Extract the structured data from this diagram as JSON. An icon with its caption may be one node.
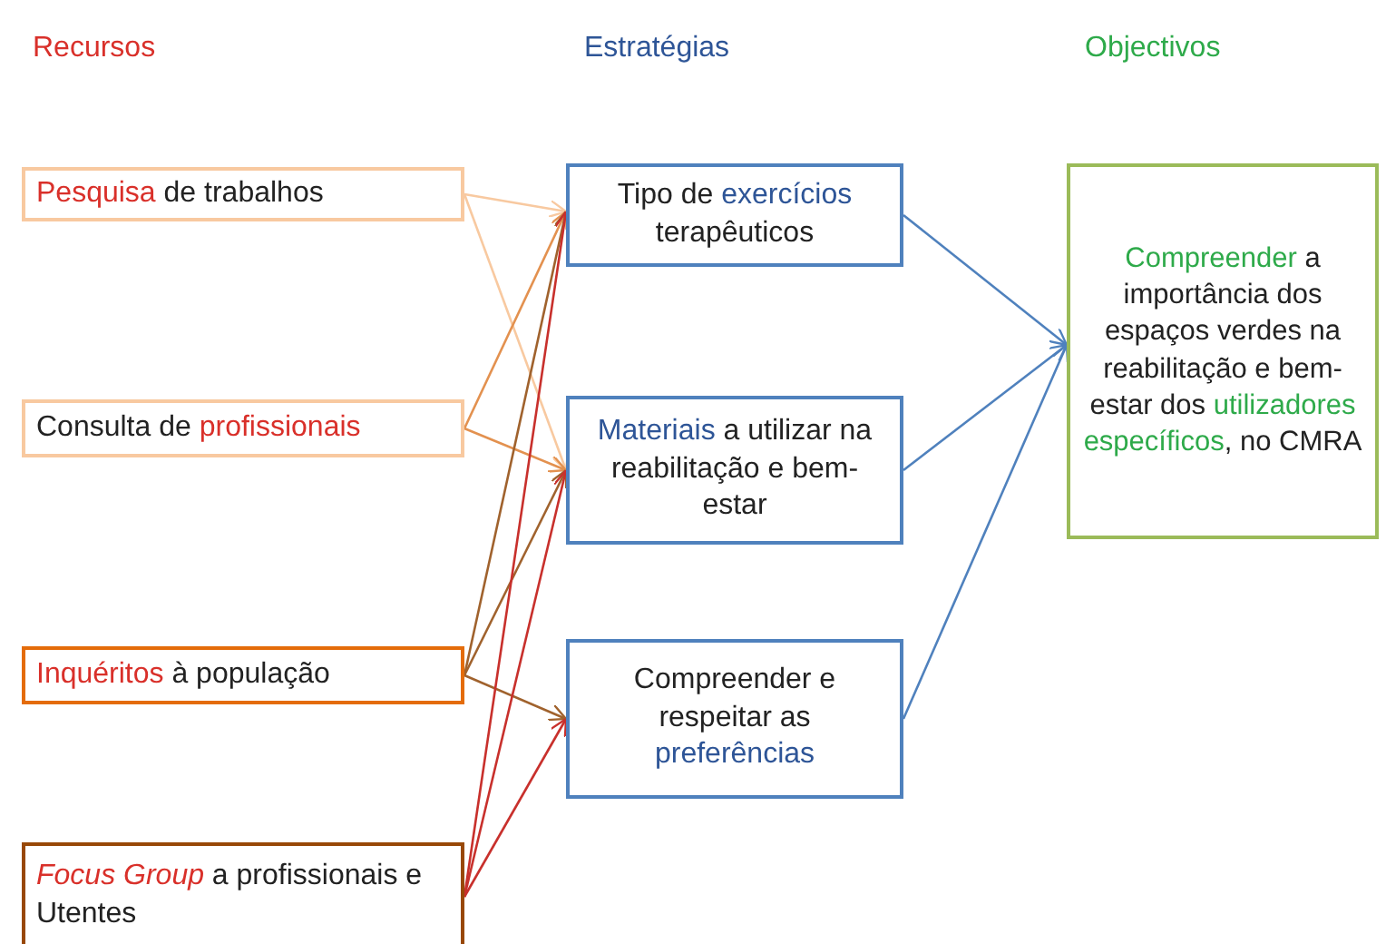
{
  "diagram": {
    "nodes": [
      {
        "text": [
          "**Pesquisa** de trabalhos"
        ]
      },
      {
        "text": [
          "Consulta de **profissionais**"
        ]
      },
      {
        "text": [
          "**Inquéritos** à população"
        ]
      },
      {
        "text": [
          "*Focus Group* a profissionais e Utentes"
        ]
      },
      {
        "text": [
          "Tipo de **exercícios** terapêuticos"
        ]
      },
      {
        "text": [
          "**Materiais** a utilizar na reabilitação e bem-estar"
        ]
      },
      {
        "text": [
          "Compreender e respeitar as **preferências**"
        ]
      },
      {
        "text": [
          "**Compreender** a importância dos espaços verdes na reabilitação e bem-estar dos **utilizadores específicos**, no CMRA"
        ]
      }
    ],
    "edges": [
      {
        "from": 0,
        "to": 4,
        "arrow": "to",
        "color": "#f8c9a0"
      },
      {
        "from": 0,
        "to": 5,
        "arrow": "to",
        "color": "#f8c9a0"
      },
      {
        "from": 1,
        "to": 4,
        "arrow": "to",
        "color": "#e3914f"
      },
      {
        "from": 1,
        "to": 5,
        "arrow": "to",
        "color": "#e3914f"
      },
      {
        "from": 2,
        "to": 4,
        "arrow": "to",
        "color": "#a0622d"
      },
      {
        "from": 2,
        "to": 5,
        "arrow": "to",
        "color": "#a0622d"
      },
      {
        "from": 2,
        "to": 6,
        "arrow": "to",
        "color": "#a0622d"
      },
      {
        "from": 3,
        "to": 4,
        "arrow": "to",
        "color": "#c8302c"
      },
      {
        "from": 3,
        "to": 5,
        "arrow": "to",
        "color": "#c8302c"
      },
      {
        "from": 3,
        "to": 6,
        "arrow": "to",
        "color": "#c8302c"
      },
      {
        "from": 4,
        "to": 7,
        "arrow": "to",
        "color": "#4f81bd"
      },
      {
        "from": 5,
        "to": 7,
        "arrow": "to",
        "color": "#4f81bd"
      },
      {
        "from": 6,
        "to": 7,
        "arrow": "to",
        "color": "#4f81bd"
      }
    ],
    "labels": [
      "Recursos",
      "Estratégias",
      "Objectivos"
    ]
  }
}
